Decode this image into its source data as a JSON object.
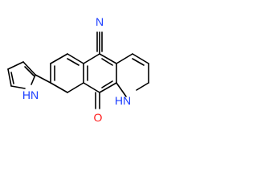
{
  "molecule": {
    "atoms": {
      "nitrile_n": "N",
      "carbonyl_o": "O",
      "lactam_nh": "HN",
      "pyrrole_nh": "HN"
    },
    "colors": {
      "bond": "#000000",
      "nitrogen": "#1a3cff",
      "oxygen": "#ff1a1a"
    }
  }
}
